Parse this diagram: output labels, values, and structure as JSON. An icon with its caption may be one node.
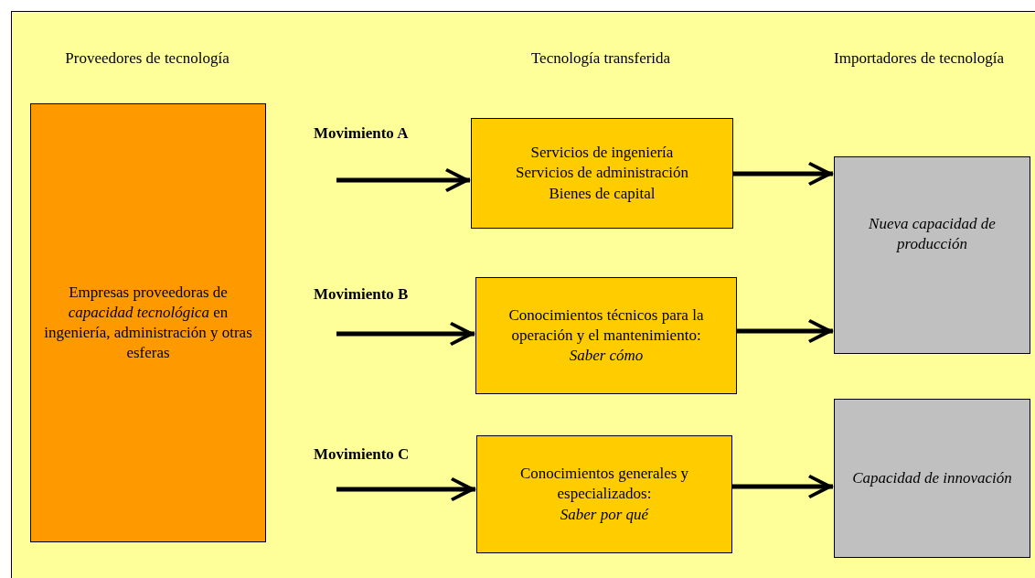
{
  "diagram": {
    "nodes": [
      {
        "text": [
          "Empresas proveedoras de *capacidad tecnológica* en ingeniería, administración y otras esferas"
        ]
      },
      {
        "text": [
          "Servicios de ingeniería",
          "Servicios de administración",
          "Bienes de capital"
        ]
      },
      {
        "text": [
          "Conocimientos técnicos para la operación y el mantenimiento:",
          "Saber cómo"
        ]
      },
      {
        "text": [
          "Conocimientos generales y especializados:",
          "Saber por qué"
        ]
      },
      {
        "text": [
          "Nueva capacidad de producción"
        ]
      },
      {
        "text": [
          "Capacidad de innovación"
        ]
      }
    ],
    "edges": [
      {
        "from": null,
        "to": 1,
        "arrow": "to",
        "label": "Movimiento A"
      },
      {
        "from": null,
        "to": 2,
        "arrow": "to",
        "label": "Movimiento B"
      },
      {
        "from": null,
        "to": 3,
        "arrow": "to",
        "label": "Movimiento C"
      },
      {
        "from": 1,
        "to": 4,
        "arrow": "to"
      },
      {
        "from": 2,
        "to": 4,
        "arrow": "to"
      },
      {
        "from": 3,
        "to": 5,
        "arrow": "to"
      }
    ],
    "labels": [
      "Proveedores de tecnología",
      "Tecnología transferida",
      "Importadores de tecnología"
    ]
  }
}
